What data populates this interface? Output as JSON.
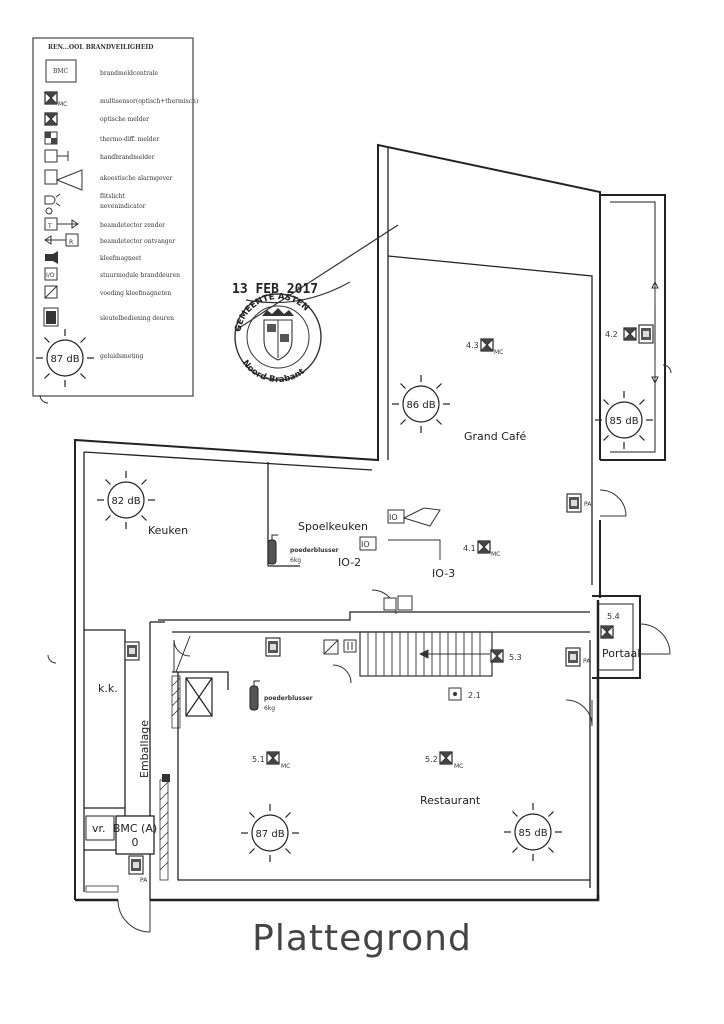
{
  "title": "Plattegrond",
  "legend": {
    "heading": "REN...OOL BRANDVEILIGHEID",
    "items": [
      {
        "symbol": "BMC",
        "label": "brandmeldcentrale"
      },
      {
        "symbol": "MC",
        "label": "multisensor(optisch+thermisch)"
      },
      {
        "label": "optische melder"
      },
      {
        "label": "thermo-diff. melder"
      },
      {
        "label": "handbrandmelder"
      },
      {
        "label": "akoestische alarmgever"
      },
      {
        "label": "flitslicht"
      },
      {
        "label": "nevenindicator"
      },
      {
        "symbol": "T",
        "label": "beamdetector zender"
      },
      {
        "symbol": "R",
        "label": "beamdetector ontvanger"
      },
      {
        "label": "kleefmagneet"
      },
      {
        "symbol": "I/O",
        "label": "stuurmodule branddeuren"
      },
      {
        "label": "voeding kleefmagneten"
      },
      {
        "label": "sleutelbediening deuren"
      },
      {
        "symbol": "87 dB",
        "label": "geluidsmeting"
      }
    ]
  },
  "stamp": {
    "date": "13 FEB 2017",
    "top_text": "GEMEENTE ASTEN",
    "bottom_text": "Noord-Brabant"
  },
  "rooms": {
    "grand_cafe": "Grand Café",
    "keuken": "Keuken",
    "spoelkeuken": "Spoelkeuken",
    "kk": "k.k.",
    "emballage": "Emballage",
    "restaurant": "Restaurant",
    "portaal": "Portaal",
    "vr": "vr."
  },
  "sound_levels": {
    "keuken": "82 dB",
    "grand_cafe": "86 dB",
    "portaal_top": "85 dB",
    "restaurant_left": "87 dB",
    "restaurant_right": "85 dB"
  },
  "detectors": {
    "d43": "4.3",
    "d42": "4.2",
    "d41": "4.1",
    "d53": "5.3",
    "d54": "5.4",
    "d51": "5.1",
    "d52": "5.2",
    "d21": "2.1",
    "mc": "MC"
  },
  "extinguishers": {
    "label": "poederblusser",
    "weight": "6kg"
  },
  "modules": {
    "io": "IO",
    "io2": "IO-2",
    "io3": "IO-3"
  },
  "bmc": {
    "label": "BMC (A)",
    "value": "0"
  },
  "pa": "PA"
}
